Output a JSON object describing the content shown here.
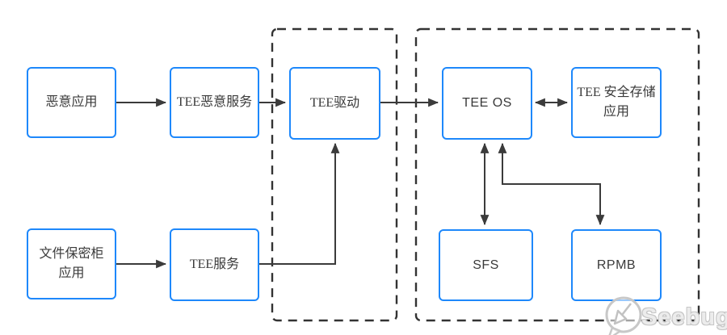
{
  "diagram": {
    "nodes": {
      "malicious_app": {
        "label": "恶意应用"
      },
      "tee_malicious_service": {
        "label": "TEE恶意服务"
      },
      "tee_driver": {
        "label": "TEE驱动"
      },
      "tee_os": {
        "label": "TEE OS"
      },
      "tee_secure_storage_app": {
        "line1": "TEE  安全存储",
        "line2": "应用"
      },
      "file_safe_app": {
        "line1": "文件保密柜",
        "line2": "应用"
      },
      "tee_service": {
        "label": "TEE服务"
      },
      "sfs": {
        "label": "SFS"
      },
      "rpmb": {
        "label": "RPMB"
      }
    },
    "edges": [
      {
        "from": "恶意应用",
        "to": "TEE恶意服务",
        "direction": "one-way"
      },
      {
        "from": "TEE恶意服务",
        "to": "TEE驱动",
        "direction": "one-way"
      },
      {
        "from": "TEE驱动",
        "to": "TEE OS",
        "direction": "one-way"
      },
      {
        "from": "TEE OS",
        "to": "TEE 安全存储应用",
        "direction": "two-way"
      },
      {
        "from": "文件保密柜应用",
        "to": "TEE服务",
        "direction": "one-way"
      },
      {
        "from": "TEE服务",
        "to": "TEE驱动",
        "direction": "one-way-elbow-up"
      },
      {
        "from": "TEE OS",
        "to": "SFS",
        "direction": "two-way"
      },
      {
        "from": "TEE OS",
        "to": "RPMB",
        "direction": "two-way-elbow"
      }
    ],
    "colors": {
      "node_border": "#1e88fb",
      "arrow": "#3b3b3b",
      "dashed_border": "#333333",
      "text": "#3a3a3a",
      "watermark": "#cccccc"
    },
    "watermark": {
      "text": "Seebug"
    }
  }
}
